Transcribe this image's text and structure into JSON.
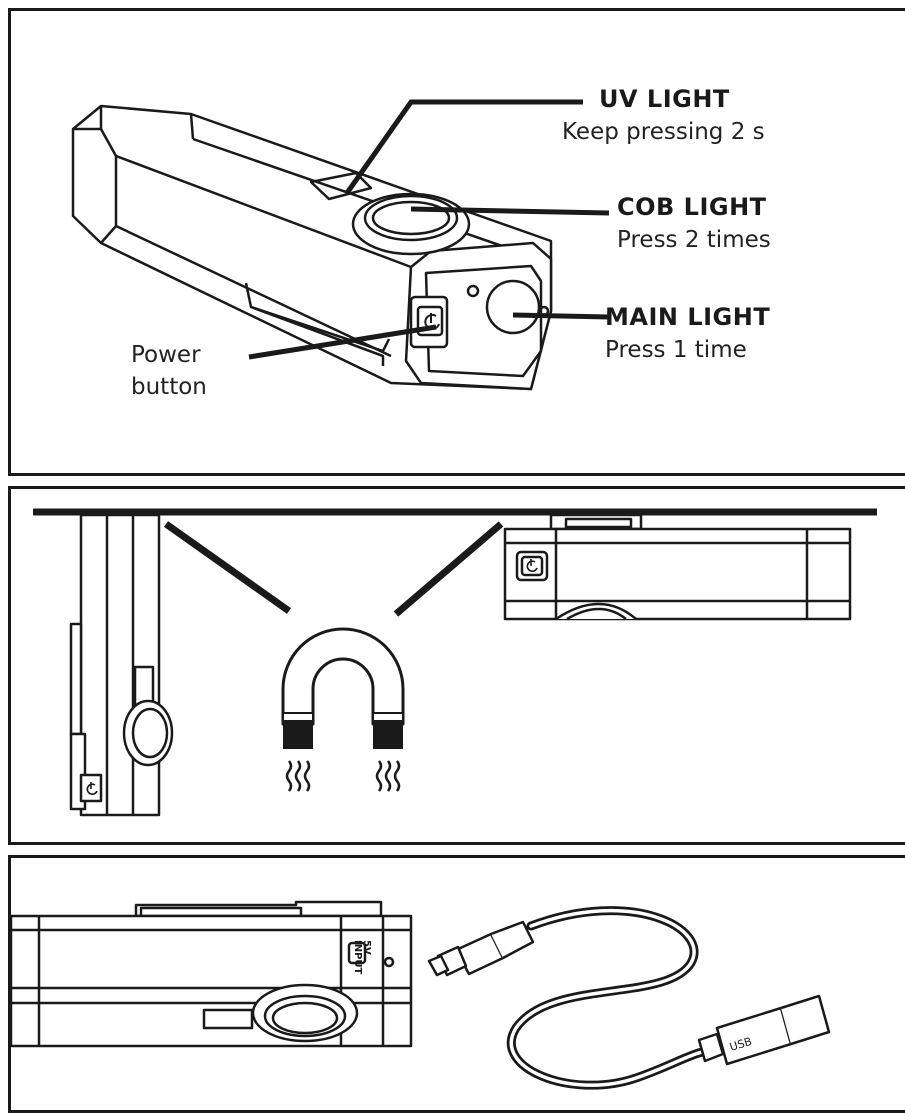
{
  "callouts": {
    "uv": {
      "title": "UV LIGHT",
      "desc": "Keep pressing 2 s"
    },
    "cob": {
      "title": "COB LIGHT",
      "desc": "Press 2 times"
    },
    "main": {
      "title": "MAIN LIGHT",
      "desc": "Press 1 time"
    },
    "power": {
      "line1": "Power",
      "line2": "button"
    }
  },
  "port_label": {
    "line1": "5V",
    "line2": "INPUT"
  },
  "cable_label": "USB",
  "icons": [
    "power-icon",
    "magnet-icon",
    "magnetic-field-icon",
    "usb-cable-icon"
  ]
}
